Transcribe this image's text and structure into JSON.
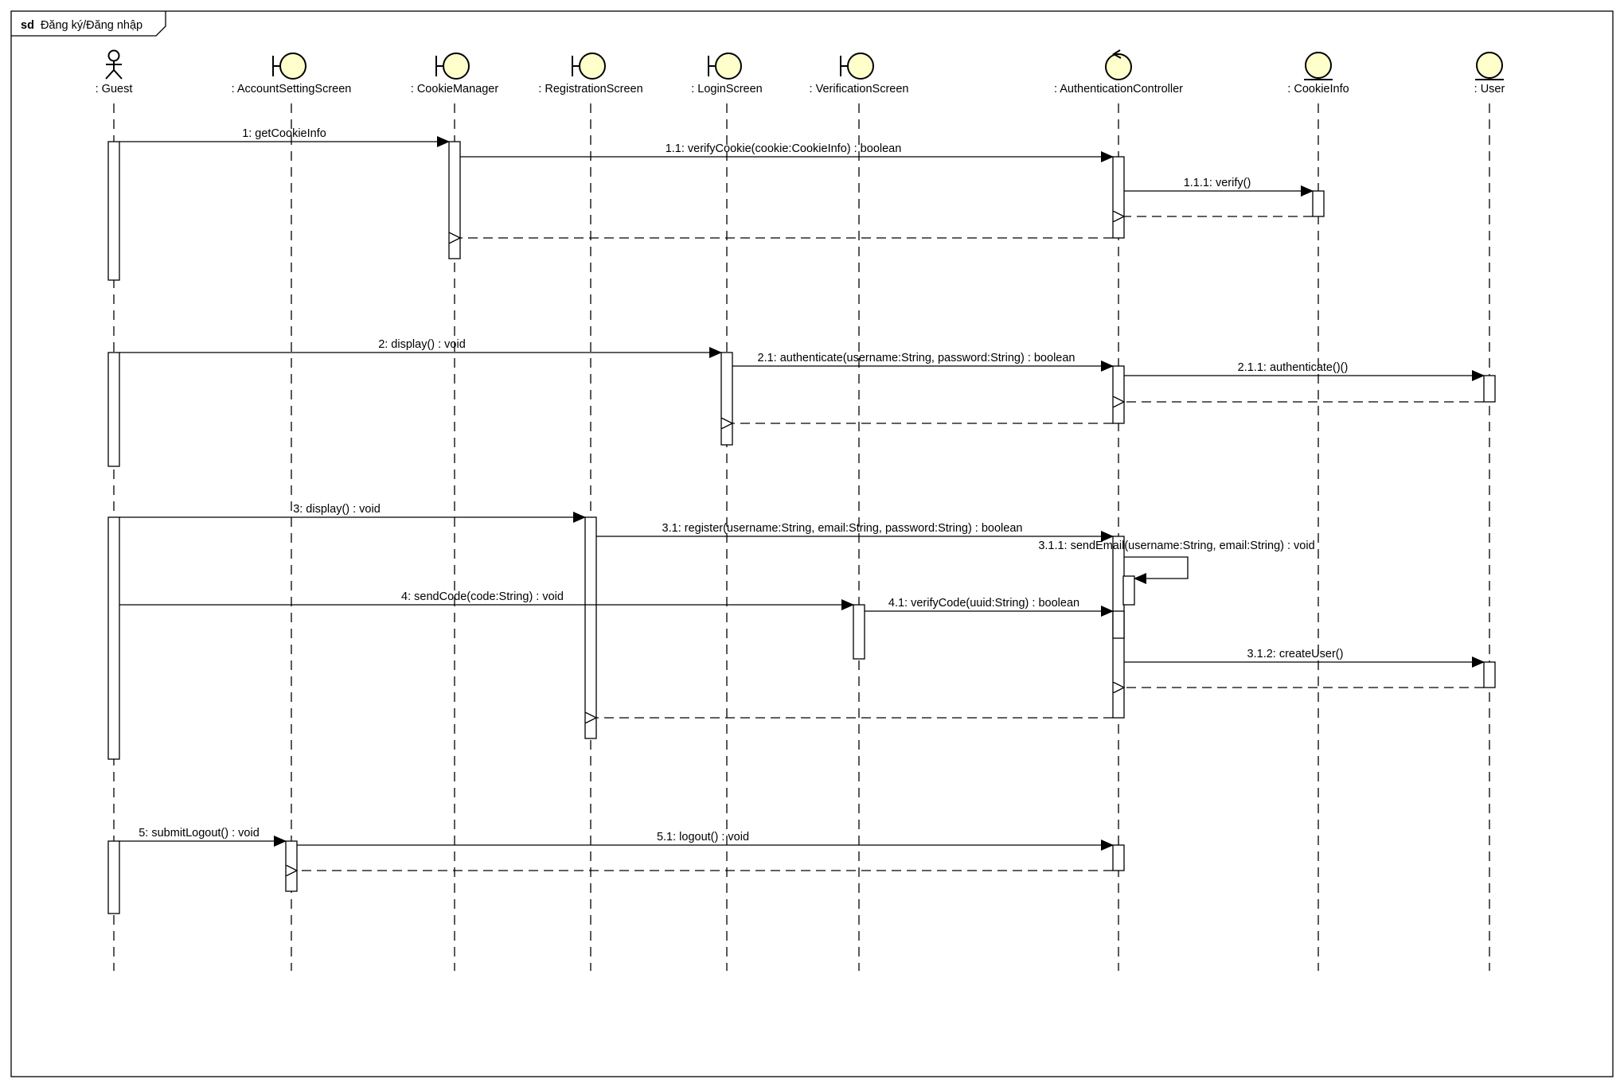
{
  "frame": {
    "keyword": "sd",
    "title": "Đăng ký/Đăng nhập"
  },
  "lifelines": [
    {
      "id": "guest",
      "kind": "actor",
      "label": ": Guest"
    },
    {
      "id": "account_setting",
      "kind": "boundary",
      "label": ": AccountSettingScreen"
    },
    {
      "id": "cookie_manager",
      "kind": "boundary",
      "label": ": CookieManager"
    },
    {
      "id": "registration",
      "kind": "boundary",
      "label": ": RegistrationScreen"
    },
    {
      "id": "login",
      "kind": "boundary",
      "label": ": LoginScreen"
    },
    {
      "id": "verification",
      "kind": "boundary",
      "label": ": VerificationScreen"
    },
    {
      "id": "auth_controller",
      "kind": "control",
      "label": ": AuthenticationController"
    },
    {
      "id": "cookie_info",
      "kind": "entity",
      "label": ": CookieInfo"
    },
    {
      "id": "user",
      "kind": "entity",
      "label": ": User"
    }
  ],
  "messages": [
    {
      "id": "m1",
      "label": "1: getCookieInfo",
      "from": "guest",
      "to": "cookie_manager",
      "type": "sync"
    },
    {
      "id": "m1_1",
      "label": "1.1: verifyCookie(cookie:CookieInfo) : boolean",
      "from": "cookie_manager",
      "to": "auth_controller",
      "type": "sync"
    },
    {
      "id": "m1_1_1",
      "label": "1.1.1: verify()",
      "from": "auth_controller",
      "to": "cookie_info",
      "type": "sync"
    },
    {
      "id": "r1_1_1",
      "label": "",
      "from": "cookie_info",
      "to": "auth_controller",
      "type": "return"
    },
    {
      "id": "r1_1",
      "label": "",
      "from": "auth_controller",
      "to": "cookie_manager",
      "type": "return"
    },
    {
      "id": "m2",
      "label": "2: display() : void",
      "from": "guest",
      "to": "login",
      "type": "sync"
    },
    {
      "id": "m2_1",
      "label": "2.1: authenticate(username:String, password:String) : boolean",
      "from": "login",
      "to": "auth_controller",
      "type": "sync"
    },
    {
      "id": "m2_1_1",
      "label": "2.1.1: authenticate()()",
      "from": "auth_controller",
      "to": "user",
      "type": "sync"
    },
    {
      "id": "r2_1_1",
      "label": "",
      "from": "user",
      "to": "auth_controller",
      "type": "return"
    },
    {
      "id": "r2_1",
      "label": "",
      "from": "auth_controller",
      "to": "login",
      "type": "return"
    },
    {
      "id": "m3",
      "label": "3: display() : void",
      "from": "guest",
      "to": "registration",
      "type": "sync"
    },
    {
      "id": "m3_1",
      "label": "3.1: register(username:String, email:String, password:String) : boolean",
      "from": "registration",
      "to": "auth_controller",
      "type": "sync"
    },
    {
      "id": "m3_1_1",
      "label": "3.1.1: sendEmail(username:String, email:String) : void",
      "from": "auth_controller",
      "to": "auth_controller",
      "type": "self"
    },
    {
      "id": "m4",
      "label": "4: sendCode(code:String) : void",
      "from": "guest",
      "to": "verification",
      "type": "sync"
    },
    {
      "id": "m4_1",
      "label": "4.1: verifyCode(uuid:String) : boolean",
      "from": "verification",
      "to": "auth_controller",
      "type": "sync"
    },
    {
      "id": "m3_1_2",
      "label": "3.1.2: createUser()",
      "from": "auth_controller",
      "to": "user",
      "type": "sync"
    },
    {
      "id": "r3_1_2",
      "label": "",
      "from": "user",
      "to": "auth_controller",
      "type": "return"
    },
    {
      "id": "r3_1",
      "label": "",
      "from": "auth_controller",
      "to": "registration",
      "type": "return"
    },
    {
      "id": "m5",
      "label": "5: submitLogout() : void",
      "from": "guest",
      "to": "account_setting",
      "type": "sync"
    },
    {
      "id": "m5_1",
      "label": "5.1: logout() : void",
      "from": "account_setting",
      "to": "auth_controller",
      "type": "sync"
    },
    {
      "id": "r5_1",
      "label": "",
      "from": "auth_controller",
      "to": "account_setting",
      "type": "return"
    }
  ]
}
